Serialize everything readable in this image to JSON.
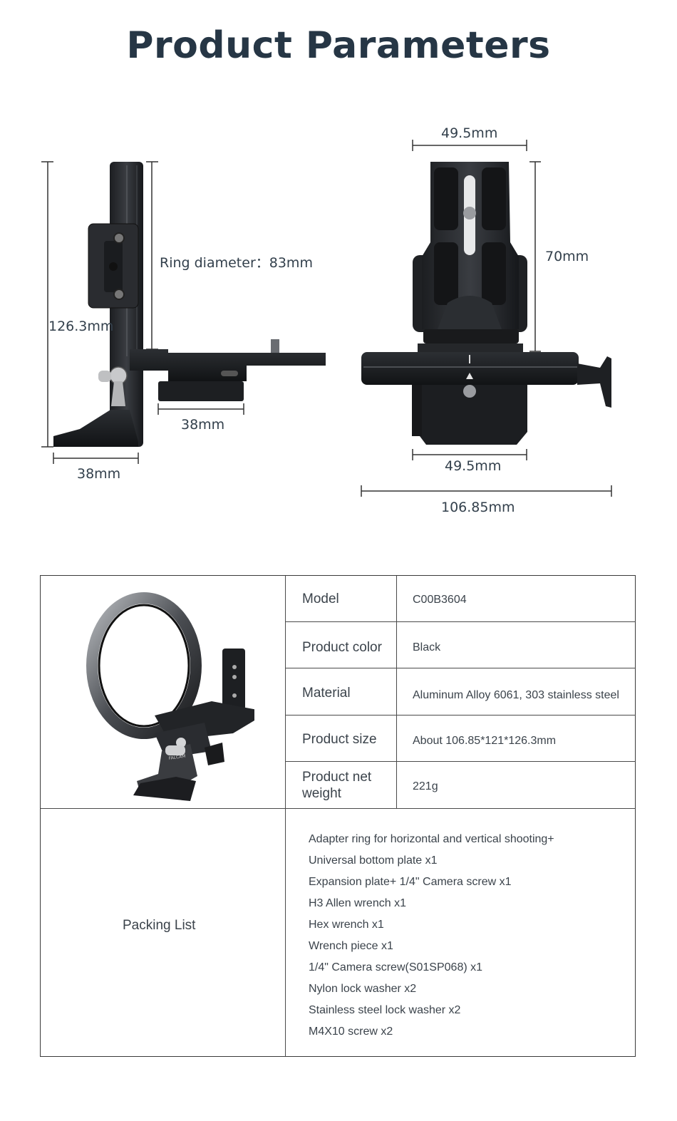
{
  "title": "Product Parameters",
  "dimensions": {
    "side_height": "126.3mm",
    "ring_diameter": "Ring diameter：83mm",
    "plate_width_side": "38mm",
    "base_width_side": "38mm",
    "top_width": "49.5mm",
    "front_height": "70mm",
    "bottom_width": "49.5mm",
    "total_width": "106.85mm"
  },
  "specs": [
    {
      "label": "Model",
      "value": "C00B3604"
    },
    {
      "label": "Product color",
      "value": "Black"
    },
    {
      "label": "Material",
      "value": "Aluminum Alloy 6061, 303 stainless steel"
    },
    {
      "label": "Product size",
      "value": "About 106.85*121*126.3mm"
    },
    {
      "label_line1": "Product net",
      "label_line2": "weight",
      "value": "221g"
    }
  ],
  "product_brand": "FALCAM",
  "packing": {
    "label": "Packing List",
    "items": [
      "Adapter ring for horizontal and vertical shooting+",
      "Universal bottom plate  x1",
      "Expansion plate+ 1/4\" Camera screw  x1",
      "H3 Allen wrench x1",
      "Hex wrench x1",
      "Wrench piece x1",
      "1/4\" Camera screw(S01SP068) x1",
      "Nylon lock washer x2",
      "Stainless steel lock washer x2",
      "M4X10 screw x2"
    ]
  }
}
